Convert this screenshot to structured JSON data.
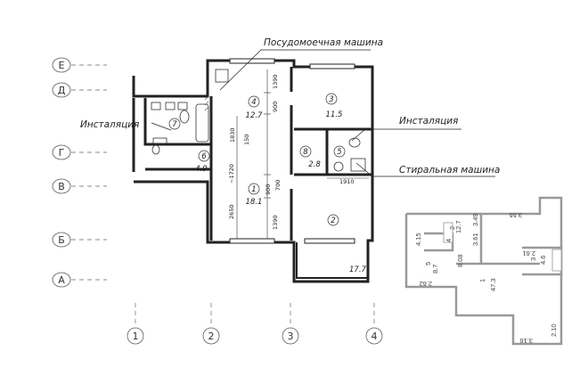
{
  "axes": {
    "letters": [
      "Е",
      "Д",
      "Г",
      "В",
      "Б",
      "А"
    ],
    "numbers": [
      "1",
      "2",
      "3",
      "4"
    ]
  },
  "callouts": {
    "dishwasher": "Посудомоечная машина",
    "installation_left": "Инсталяция",
    "installation_right": "Инсталяция",
    "washing_machine": "Стиральная машина"
  },
  "rooms": [
    {
      "num": "1",
      "area": "18.1"
    },
    {
      "num": "2",
      "area": ""
    },
    {
      "num": "3",
      "area": "11.5"
    },
    {
      "num": "4",
      "area": "12.7"
    },
    {
      "num": "5",
      "area": ""
    },
    {
      "num": "6",
      "area": "4.9"
    },
    {
      "num": "7",
      "area": ""
    },
    {
      "num": "8",
      "area": "2.8"
    }
  ],
  "balcony_area": "17.7",
  "dimensions": {
    "d1390a": "1390",
    "d900a": "900",
    "d1830": "1830",
    "d150": "150",
    "d1720": "~1720",
    "d900b": "900",
    "d700": "700",
    "d2650": "2650",
    "d1390b": "1390",
    "d1910": "1910"
  },
  "inset": {
    "labels": [
      "3.55",
      "12.7",
      "2",
      "3.49",
      "4",
      "3.61",
      "4.15",
      "5",
      "8.7",
      "2.62",
      "8.08",
      "1",
      "47.3",
      "2.61",
      "3",
      "4.6",
      "2.10",
      "3.16"
    ]
  }
}
